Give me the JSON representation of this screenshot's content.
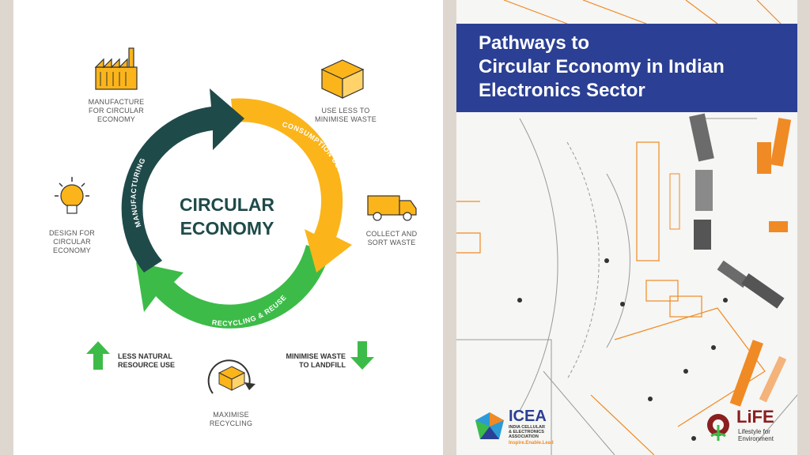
{
  "diagram": {
    "center_line1": "CIRCULAR",
    "center_line2": "ECONOMY",
    "arc_labels": {
      "manufacturing": "MANUFACTURING",
      "consumption": "CONSUMPTION USE",
      "recycling": "RECYCLING & REUSE"
    },
    "nodes": {
      "manufacture": [
        "MANUFACTURE",
        "FOR CIRCULAR",
        "ECONOMY"
      ],
      "use_less": [
        "USE LESS TO",
        "MINIMISE WASTE"
      ],
      "collect": [
        "COLLECT AND",
        "SORT WASTE"
      ],
      "design": [
        "DESIGN FOR",
        "CIRCULAR",
        "ECONOMY"
      ],
      "maximise": [
        "MAXIMISE",
        "RECYCLING"
      ]
    },
    "less_resource": [
      "LESS NATURAL",
      "RESOURCE USE"
    ],
    "minimise_landfill": [
      "MINIMISE WASTE",
      "TO LANDFILL"
    ],
    "colors": {
      "dark": "#1f4a4a",
      "yellow": "#fbb51a",
      "green": "#3dbb48"
    }
  },
  "report": {
    "title_lines": [
      "Pathways to",
      "Circular Economy in Indian",
      "Electronics Sector"
    ],
    "icea": {
      "name": "ICEA",
      "full": [
        "INDIA CELLULAR",
        "& ELECTRONICS",
        "ASSOCIATION"
      ],
      "tagline": "Inspire.Enable.Lead"
    },
    "life": {
      "name": "LiFE",
      "sub": [
        "Lifestyle for",
        "Environment"
      ]
    },
    "colors": {
      "banner": "#2b3f94",
      "accent": "#f08a24"
    }
  }
}
